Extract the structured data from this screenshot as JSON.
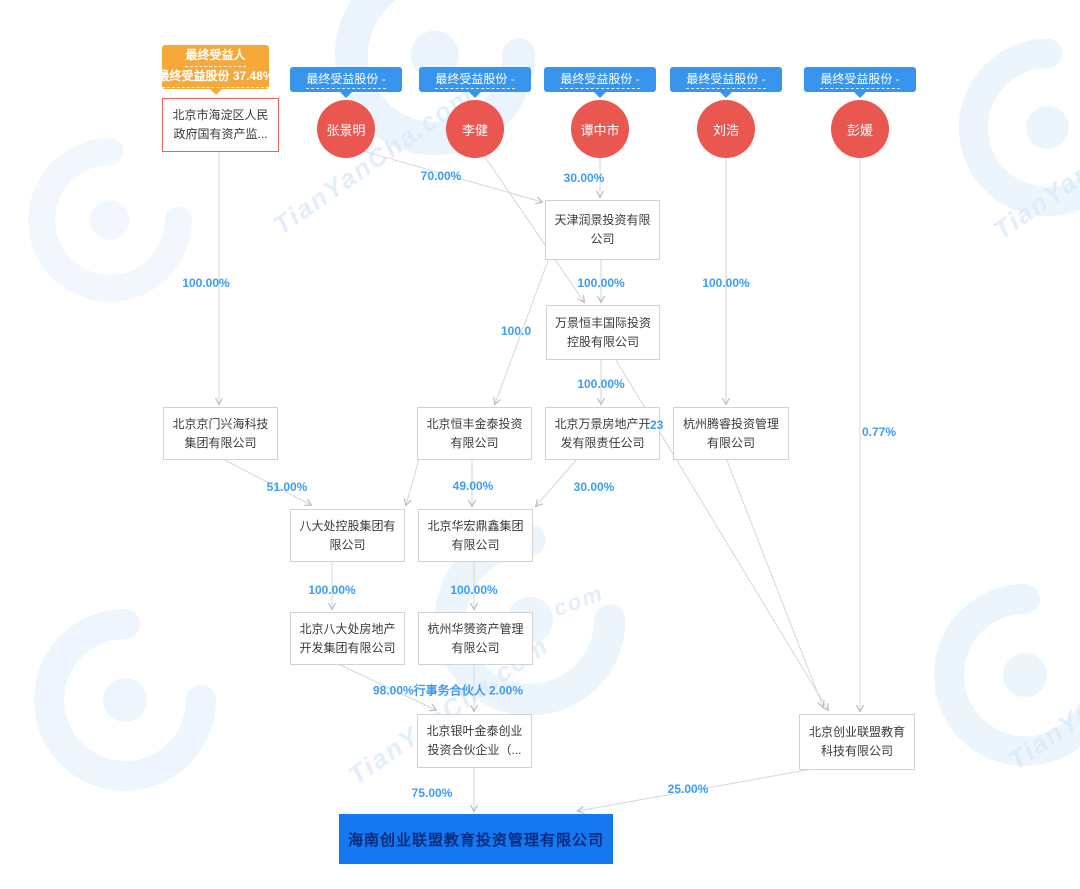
{
  "watermark": {
    "brand_text": "TianYanCha.com",
    "center_text": "com"
  },
  "colors": {
    "badge_blue": "#3795ee",
    "badge_orange": "#f5a93b",
    "person_red": "#ea5750",
    "percent_blue": "#3c9cf6",
    "target_blue": "#1678f0",
    "root_border_red": "#f25e5e"
  },
  "legend": {
    "beneficiary_badge": {
      "line1": "最终受益人",
      "line2": "最终受益股份 37.48%"
    },
    "share_badge_label": "最终受益股份 -"
  },
  "persons": [
    {
      "name": "张景明"
    },
    {
      "name": "李健"
    },
    {
      "name": "谭中市"
    },
    {
      "name": "刘浩"
    },
    {
      "name": "彭媛"
    }
  ],
  "root_shareholder": {
    "line1": "北京市海淀区人民",
    "line2": "政府国有资产监..."
  },
  "companies": {
    "tianjin": {
      "line1": "天津润景投资有限",
      "line2": "公司"
    },
    "wanjing_hf": {
      "line1": "万景恒丰国际投资",
      "line2": "控股有限公司"
    },
    "jingmen": {
      "line1": "北京京门兴海科技",
      "line2": "集团有限公司"
    },
    "hengfeng": {
      "line1": "北京恒丰金泰投资",
      "line2": "有限公司"
    },
    "wanjing_re": {
      "line1": "北京万景房地产开",
      "line2": "发有限责任公司"
    },
    "tengrui": {
      "line1": "杭州腾睿投资管理",
      "line2": "有限公司"
    },
    "badachu": {
      "line1": "八大处控股集团有",
      "line2": "限公司"
    },
    "huahong": {
      "line1": "北京华宏鼎鑫集团",
      "line2": "有限公司"
    },
    "badachu_re": {
      "line1": "北京八大处房地产",
      "line2": "开发集团有限公司"
    },
    "huayun": {
      "line1": "杭州华赟资产管理",
      "line2": "有限公司"
    },
    "yinye": {
      "line1": "北京银叶金泰创业",
      "line2": "投资合伙企业（..."
    },
    "chuanglian": {
      "line1": "北京创业联盟教育",
      "line2": "科技有限公司"
    }
  },
  "target": {
    "name": "海南创业联盟教育投资管理有限公司"
  },
  "edge_labels": {
    "gov_jingmen": "100.00%",
    "zhang_tianjin": "70.00%",
    "tan_tianjin": "30.00%",
    "tianjin_wanjinghf": "100.00%",
    "tianjin_hengfeng": "100.0",
    "wanjinghf_wanjingre": "100.00%",
    "liu_tengrui": "100.00%",
    "peng_chuanglian": "0.77%",
    "wanjinghf_chuanglian": ".23",
    "jingmen_badachu": "51.00%",
    "hengfeng_huahong": "49.00%",
    "wanjingre_huahong": "30.00%",
    "badachu_badachure": "100.00%",
    "huahong_huayun": "100.00%",
    "partners_yinye": "98.00%行事务合伙人 2.00%",
    "yinye_target": "75.00%",
    "chuanglian_target": "25.00%"
  }
}
